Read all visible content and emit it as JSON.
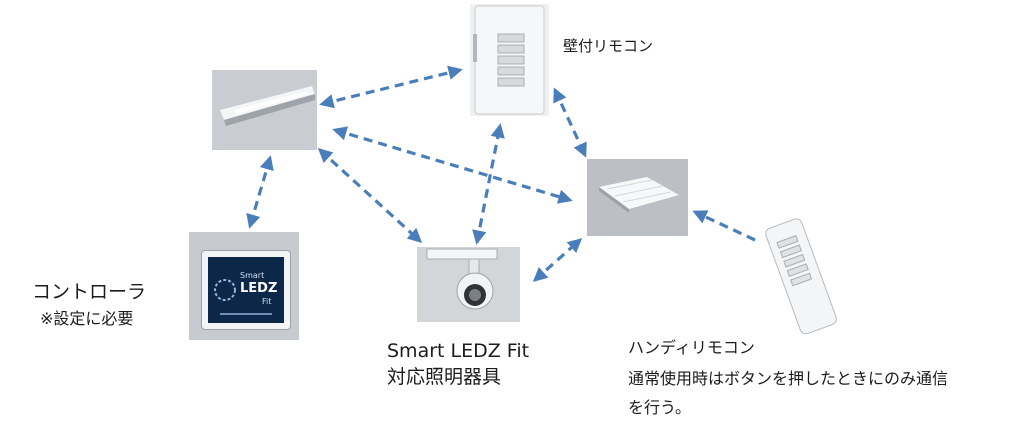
{
  "labels": {
    "wall_remote": "壁付リモコン",
    "controller_line1": "コントローラ",
    "controller_line2": "※設定に必要",
    "fixture_line1": "Smart LEDZ Fit",
    "fixture_line2": "対応照明器具",
    "handy_line1": "ハンディリモコン",
    "handy_line2": "通常使用時はボタンを押したときにのみ通信",
    "handy_line3": "を行う。"
  },
  "screen": {
    "logo_line1": "Smart",
    "logo_line2": "LEDZ",
    "logo_line3": "Fit"
  },
  "colors": {
    "arrow": "#4a7ebb",
    "screen_bg": "#0d2748"
  },
  "icons": [
    "linear-ceiling-light",
    "wall-remote-panel",
    "square-ceiling-light",
    "track-spotlight",
    "controller-tablet",
    "handheld-remote"
  ]
}
